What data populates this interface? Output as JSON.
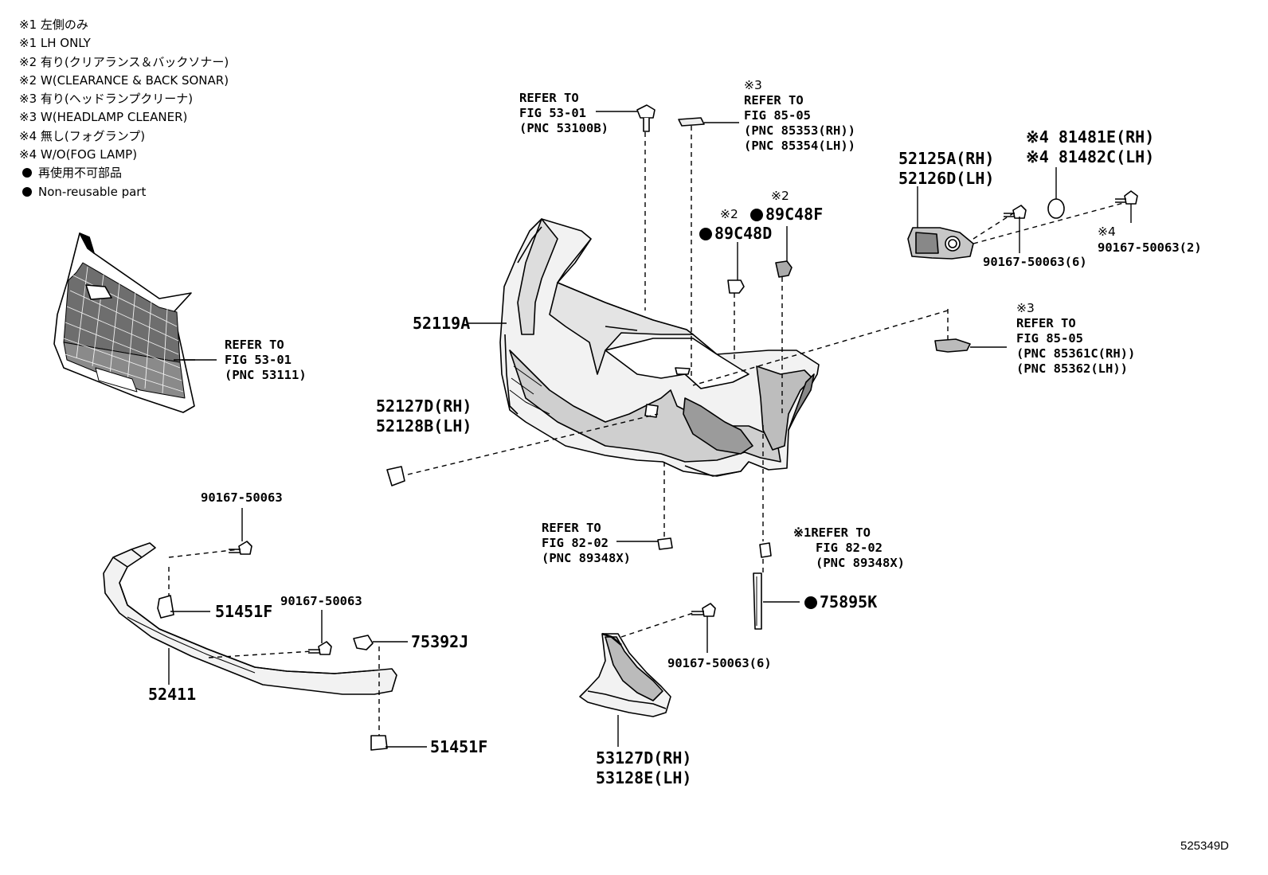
{
  "legend": [
    {
      "text": "※1 左側のみ",
      "bullet": false
    },
    {
      "text": "※1 LH ONLY",
      "bullet": false
    },
    {
      "text": "※2 有り(クリアランス＆バックソナー)",
      "bullet": false
    },
    {
      "text": "※2 W(CLEARANCE & BACK SONAR)",
      "bullet": false
    },
    {
      "text": "※3 有り(ヘッドランプクリーナ)",
      "bullet": false
    },
    {
      "text": "※3 W(HEADLAMP CLEANER)",
      "bullet": false
    },
    {
      "text": "※4 無し(フォグランプ)",
      "bullet": false
    },
    {
      "text": "※4 W/O(FOG LAMP)",
      "bullet": false
    },
    {
      "text": "再使用不可部品",
      "bullet": true
    },
    {
      "text": "Non-reusable part",
      "bullet": true
    }
  ],
  "labels": {
    "grille_ref": [
      "REFER TO",
      "FIG 53-01",
      "(PNC 53111)"
    ],
    "top_ref_5301": [
      "REFER TO",
      "FIG 53-01",
      "(PNC 53100B)"
    ],
    "top_ref_8505": [
      "※3",
      "REFER TO",
      "FIG 85-05",
      "(PNC 85353(RH))",
      "(PNC 85354(LH))"
    ],
    "bracket_5212": [
      "52125A(RH)",
      "52126D(LH)"
    ],
    "cover_8148": [
      "※4 81481E(RH)",
      "※4 81482C(LH)"
    ],
    "sensor_89c48f": "89C48F",
    "sensor_89c48d": "89C48D",
    "mark2": "※2",
    "mark4": "※4",
    "bolt_2": "90167-50063(2)",
    "bolt_6_upper": "90167-50063(6)",
    "bumper": "52119A",
    "washer_ref": [
      "※3",
      "REFER TO",
      "FIG 85-05",
      "(PNC 85361C(RH))",
      "(PNC 85362(LH))"
    ],
    "cap_5212": [
      "52127D(RH)",
      "52128B(LH)"
    ],
    "bolt_left": "90167-50063",
    "bolt_mid": "90167-50063",
    "ref_8202_left": [
      "REFER TO",
      "FIG 82-02",
      "(PNC 89348X)"
    ],
    "ref_8202_right": [
      "※1REFER TO",
      "FIG 82-02",
      "(PNC 89348X)"
    ],
    "seal": "75895K",
    "clip_upper": "51451F",
    "clip_lower": "51451F",
    "retainer": "75392J",
    "spoiler": "52411",
    "bolt_6_lower": "90167-50063(6)",
    "garnish": [
      "53127D(RH)",
      "53128E(LH)"
    ],
    "drawing_code": "525349D"
  }
}
